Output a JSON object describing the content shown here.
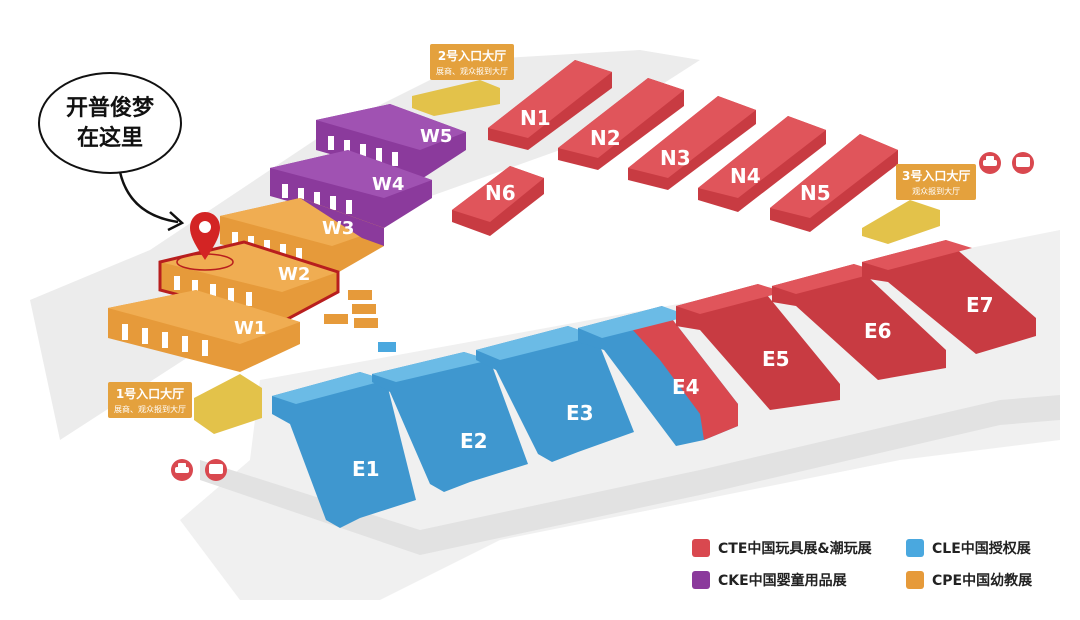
{
  "callout": {
    "line1": "开普俊梦",
    "line2": "在这里"
  },
  "colors": {
    "cte": "#d9484f",
    "cle": "#4aa8df",
    "cke": "#8b3a9c",
    "cpe": "#e69a3a",
    "entrance": "#e6c74a",
    "ground": "#e6e6e6",
    "highlight": "#b81e1e"
  },
  "halls": {
    "n1": "N1",
    "n2": "N2",
    "n3": "N3",
    "n4": "N4",
    "n5": "N5",
    "n6": "N6",
    "w1": "W1",
    "w2": "W2",
    "w3": "W3",
    "w4": "W4",
    "w5": "W5",
    "e1": "E1",
    "e2": "E2",
    "e3": "E3",
    "e4": "E4",
    "e5": "E5",
    "e6": "E6",
    "e7": "E7"
  },
  "entrances": {
    "e1": {
      "title": "1号入口大厅",
      "sub": "展商、观众报到大厅"
    },
    "e2": {
      "title": "2号入口大厅",
      "sub": "展商、观众报到大厅"
    },
    "e3": {
      "title": "3号入口大厅",
      "sub": "观众报到大厅"
    }
  },
  "legend": {
    "cte": "CTE中国玩具展&潮玩展",
    "cle": "CLE中国授权展",
    "cke": "CKE中国婴童用品展",
    "cpe": "CPE中国幼教展"
  },
  "icons": [
    "map-pin-icon",
    "taxi-icon",
    "bus-icon"
  ]
}
